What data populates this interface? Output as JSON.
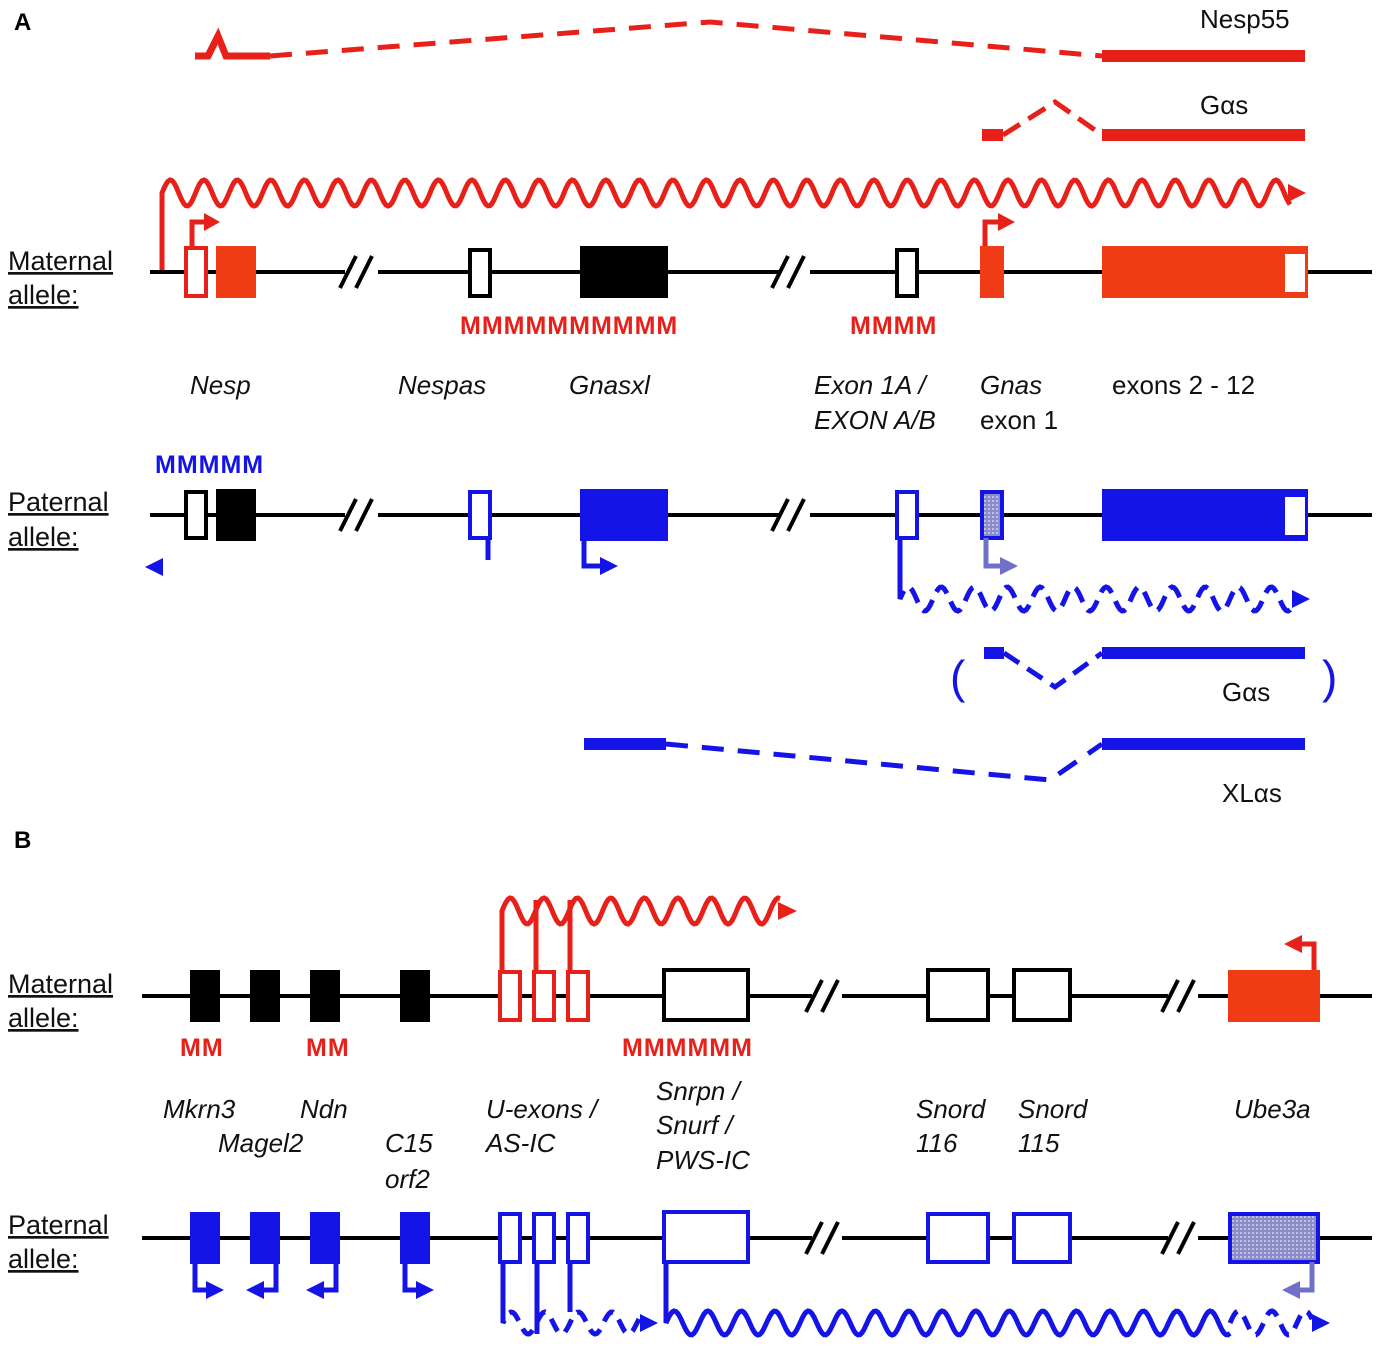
{
  "colors": {
    "maternal_red": "#e8201a",
    "maternal_fill": "#f03c14",
    "paternal_blue": "#1414e6",
    "imprinted_black": "#000000"
  },
  "panel_a": {
    "letter": "A",
    "maternal_label_line1": "Maternal",
    "maternal_label_line2": "allele:",
    "paternal_label_line1": "Paternal",
    "paternal_label_line2": "allele:",
    "transcript_nesp55": "Nesp55",
    "transcript_gas_maternal": "Gαs",
    "transcript_gas_paternal": "Gαs",
    "transcript_xlas": "XLαs",
    "methylation_nespas_gnasxl": "MMMMMMMMMM",
    "methylation_exon1a": "MMMM",
    "methylation_paternal_nesp": "MMMMM",
    "gene_labels": {
      "nesp": "Nesp",
      "nespas": "Nespas",
      "gnasxl": "Gnasxl",
      "exon1a_line1": "Exon 1A /",
      "exon1a_line2": "EXON A/B",
      "gnas_line1": "Gnas",
      "gnas_line2": "exon 1",
      "exons_2_12": "exons 2 - 12"
    }
  },
  "panel_b": {
    "letter": "B",
    "maternal_label_line1": "Maternal",
    "maternal_label_line2": "allele:",
    "paternal_label_line1": "Paternal",
    "paternal_label_line2": "allele:",
    "methylation_mkrn3": "MM",
    "methylation_ndn": "MM",
    "methylation_snrpn": "MMMMMM",
    "gene_labels": {
      "mkrn3": "Mkrn3",
      "magel2": "Magel2",
      "ndn": "Ndn",
      "c15_line1": "C15",
      "c15_line2": "orf2",
      "uexons_line1": "U-exons /",
      "uexons_line2": "AS-IC",
      "snrpn_line1": "Snrpn /",
      "snrpn_line2": "Snurf /",
      "snrpn_line3": "PWS-IC",
      "snord116_line1": "Snord",
      "snord116_line2": "116",
      "snord115_line1": "Snord",
      "snord115_line2": "115",
      "ube3a": "Ube3a"
    }
  }
}
